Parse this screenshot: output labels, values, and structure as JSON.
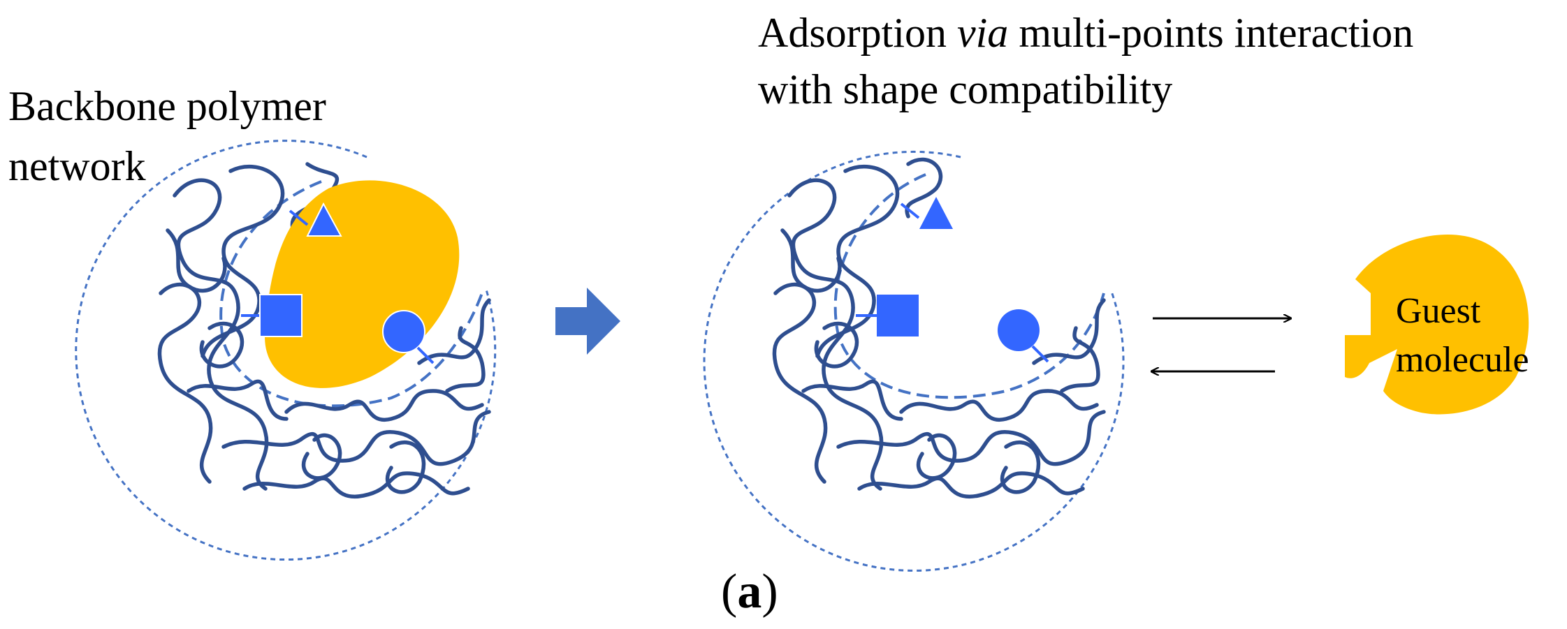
{
  "labels": {
    "backbone_line1": "Backbone polymer",
    "backbone_line2": "network",
    "adsorption_prefix": "Adsorption ",
    "adsorption_italic": "via",
    "adsorption_suffix": " multi-points interaction",
    "adsorption_line2": "with shape compatibility",
    "guest_line1": "Guest",
    "guest_line2": "molecule",
    "panel_paren_open": "(",
    "panel_letter": "a",
    "panel_paren_close": ")"
  },
  "colors": {
    "polymer": "#2E4E8F",
    "dashed_outline": "#4472C4",
    "functional_group": "#3366FF",
    "guest": "#FFC000",
    "process_arrow": "#4472C4",
    "equilibrium_arrow": "#000000",
    "text": "#000000"
  },
  "icons": {
    "functional_groups": [
      "triangle",
      "square",
      "circle"
    ],
    "process_arrow": "right-arrow-icon",
    "equilibrium": "equilibrium-arrows-icon"
  }
}
